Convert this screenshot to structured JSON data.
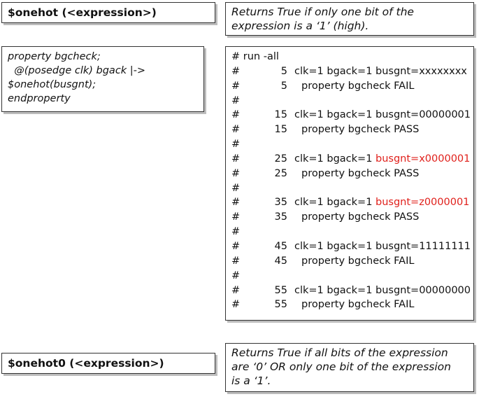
{
  "onehot": {
    "signature": "$onehot (<expression>)",
    "description": [
      "Returns True if only one bit of the",
      "expression is a ‘1’ (high)."
    ]
  },
  "code": [
    "property bgcheck;",
    "  @(posedge clk) bgack |->",
    "$onehot(busgnt);",
    "endproperty"
  ],
  "log": {
    "command": "# run -all",
    "entries": [
      {
        "time": "5",
        "prefix": "clk=1 bgack=1 ",
        "busgnt": "busgnt=xxxxxxxx",
        "highlight": false,
        "result": "property bgcheck FAIL"
      },
      {
        "time": "15",
        "prefix": "clk=1 bgack=1 ",
        "busgnt": "busgnt=00000001",
        "highlight": false,
        "result": "property bgcheck PASS"
      },
      {
        "time": "25",
        "prefix": "clk=1 bgack=1 ",
        "busgnt": "busgnt=x0000001",
        "highlight": true,
        "result": "property bgcheck PASS"
      },
      {
        "time": "35",
        "prefix": "clk=1 bgack=1 ",
        "busgnt": "busgnt=z0000001",
        "highlight": true,
        "result": "property bgcheck PASS"
      },
      {
        "time": "45",
        "prefix": "clk=1 bgack=1 ",
        "busgnt": "busgnt=11111111",
        "highlight": false,
        "result": "property bgcheck FAIL"
      },
      {
        "time": "55",
        "prefix": "clk=1 bgack=1 ",
        "busgnt": "busgnt=00000000",
        "highlight": false,
        "result": "property bgcheck FAIL"
      }
    ]
  },
  "onehot0": {
    "signature": "$onehot0 (<expression>)",
    "description": [
      "Returns True if all bits of the expression",
      "are ‘0’ OR only one bit of the expression",
      "is a ‘1’."
    ]
  },
  "colors": {
    "highlight": "#e0201b",
    "border": "#333333",
    "shadow": "#bdbdbd"
  }
}
